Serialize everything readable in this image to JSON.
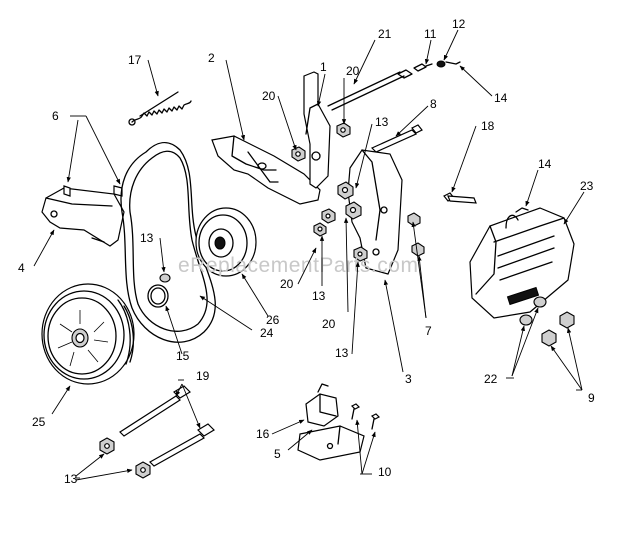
{
  "watermark": "eReplacementParts.com",
  "callouts": [
    "1",
    "2",
    "3",
    "4",
    "5",
    "6",
    "7",
    "8",
    "9",
    "10",
    "11",
    "12",
    "13",
    "14",
    "15",
    "16",
    "17",
    "18",
    "19",
    "20",
    "21",
    "22",
    "23",
    "24",
    "25",
    "26"
  ]
}
